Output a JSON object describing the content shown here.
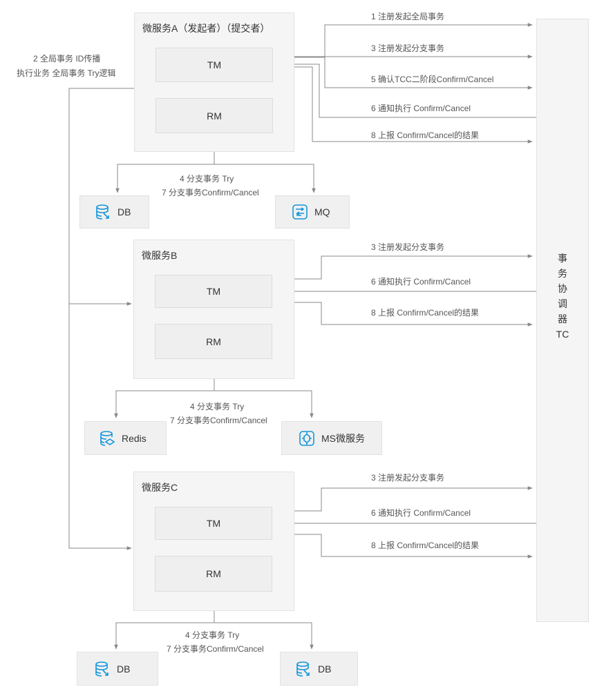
{
  "colors": {
    "line": "#888888",
    "accent": "#1296db",
    "panel": "#f5f5f5",
    "box": "#efefef"
  },
  "services": {
    "a": {
      "title": "微服务A（发起者）（提交者）",
      "tm": "TM",
      "rm": "RM"
    },
    "b": {
      "title": "微服务B",
      "tm": "TM",
      "rm": "RM"
    },
    "c": {
      "title": "微服务C",
      "tm": "TM",
      "rm": "RM"
    }
  },
  "coordinator": {
    "label_chars": [
      "事",
      "务",
      "协",
      "调",
      "器",
      "TC"
    ]
  },
  "resources": {
    "a_db": {
      "label": "DB",
      "icon": "database-icon"
    },
    "a_mq": {
      "label": "MQ",
      "icon": "mq-icon"
    },
    "b_redis": {
      "label": "Redis",
      "icon": "redis-icon"
    },
    "b_ms": {
      "label": "MS微服务",
      "icon": "microservice-icon"
    },
    "c_db1": {
      "label": "DB",
      "icon": "database-icon"
    },
    "c_db2": {
      "label": "DB",
      "icon": "database-icon"
    }
  },
  "left_labels": {
    "line1": "2    全局事务 ID传播",
    "line2": "执行业务 全局事务 Try逻辑"
  },
  "a_arrows": {
    "s1": "1    注册发起全局事务",
    "s3": "3    注册发起分支事务",
    "s5": "5    确认TCC二阶段Confirm/Cancel",
    "s6": "6    通知执行 Confirm/Cancel",
    "s8": "8    上报 Confirm/Cancel的结果"
  },
  "b_arrows": {
    "s3": "3    注册发起分支事务",
    "s6": "6     通知执行 Confirm/Cancel",
    "s8": "8  上报 Confirm/Cancel的结果"
  },
  "c_arrows": {
    "s3": "3    注册发起分支事务",
    "s6": "6    通知执行 Confirm/Cancel",
    "s8": "8 上报 Confirm/Cancel的结果"
  },
  "a_branch": {
    "try": "4    分支事务 Try",
    "confirm": "7  分支事务Confirm/Cancel"
  },
  "b_branch": {
    "try": "4    分支事务 Try",
    "confirm": "7    分支事务Confirm/Cancel"
  },
  "c_branch": {
    "try": "4    分支事务 Try",
    "confirm": "7    分支事务Confirm/Cancel"
  }
}
